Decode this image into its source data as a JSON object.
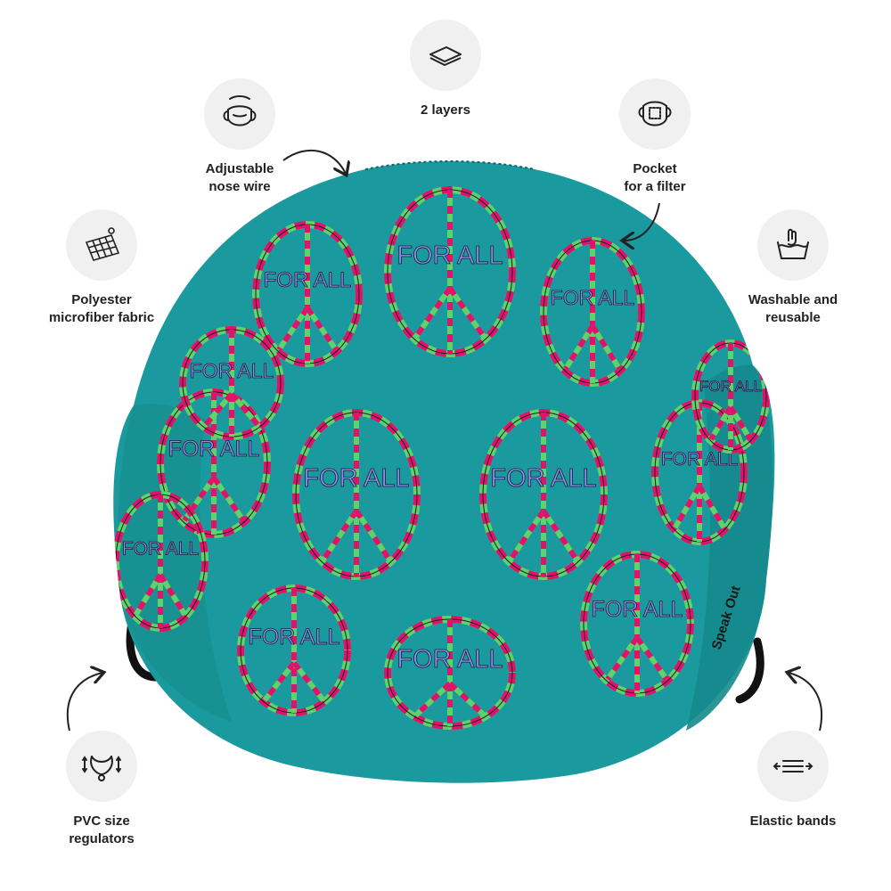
{
  "colors": {
    "mask_teal": "#1a9a9e",
    "mask_teal_shadow": "#128287",
    "ring_pink": "#e0126a",
    "ring_green": "#5fd36a",
    "text_lilac": "#8a8ff0",
    "icon_bg": "#f0f0f0",
    "label_text": "#222222"
  },
  "features": [
    {
      "id": "two-layers",
      "icon": "layers-icon",
      "lines": [
        "2 layers"
      ]
    },
    {
      "id": "nose-wire",
      "icon": "nose-wire-icon",
      "lines": [
        "Adjustable",
        "nose wire"
      ]
    },
    {
      "id": "filter-pocket",
      "icon": "filter-pocket-icon",
      "lines": [
        "Pocket",
        "for a filter"
      ]
    },
    {
      "id": "fabric",
      "icon": "fabric-icon",
      "lines": [
        "Polyester",
        "microfiber fabric"
      ]
    },
    {
      "id": "washable",
      "icon": "wash-icon",
      "lines": [
        "Washable and",
        "reusable"
      ]
    },
    {
      "id": "regulators",
      "icon": "regulator-icon",
      "lines": [
        "PVC size",
        "regulators"
      ]
    },
    {
      "id": "elastic",
      "icon": "elastic-band-icon",
      "lines": [
        "Elastic bands"
      ]
    }
  ],
  "mask": {
    "pattern_text": "FOR ALL",
    "brand_text": "Speak Out"
  }
}
